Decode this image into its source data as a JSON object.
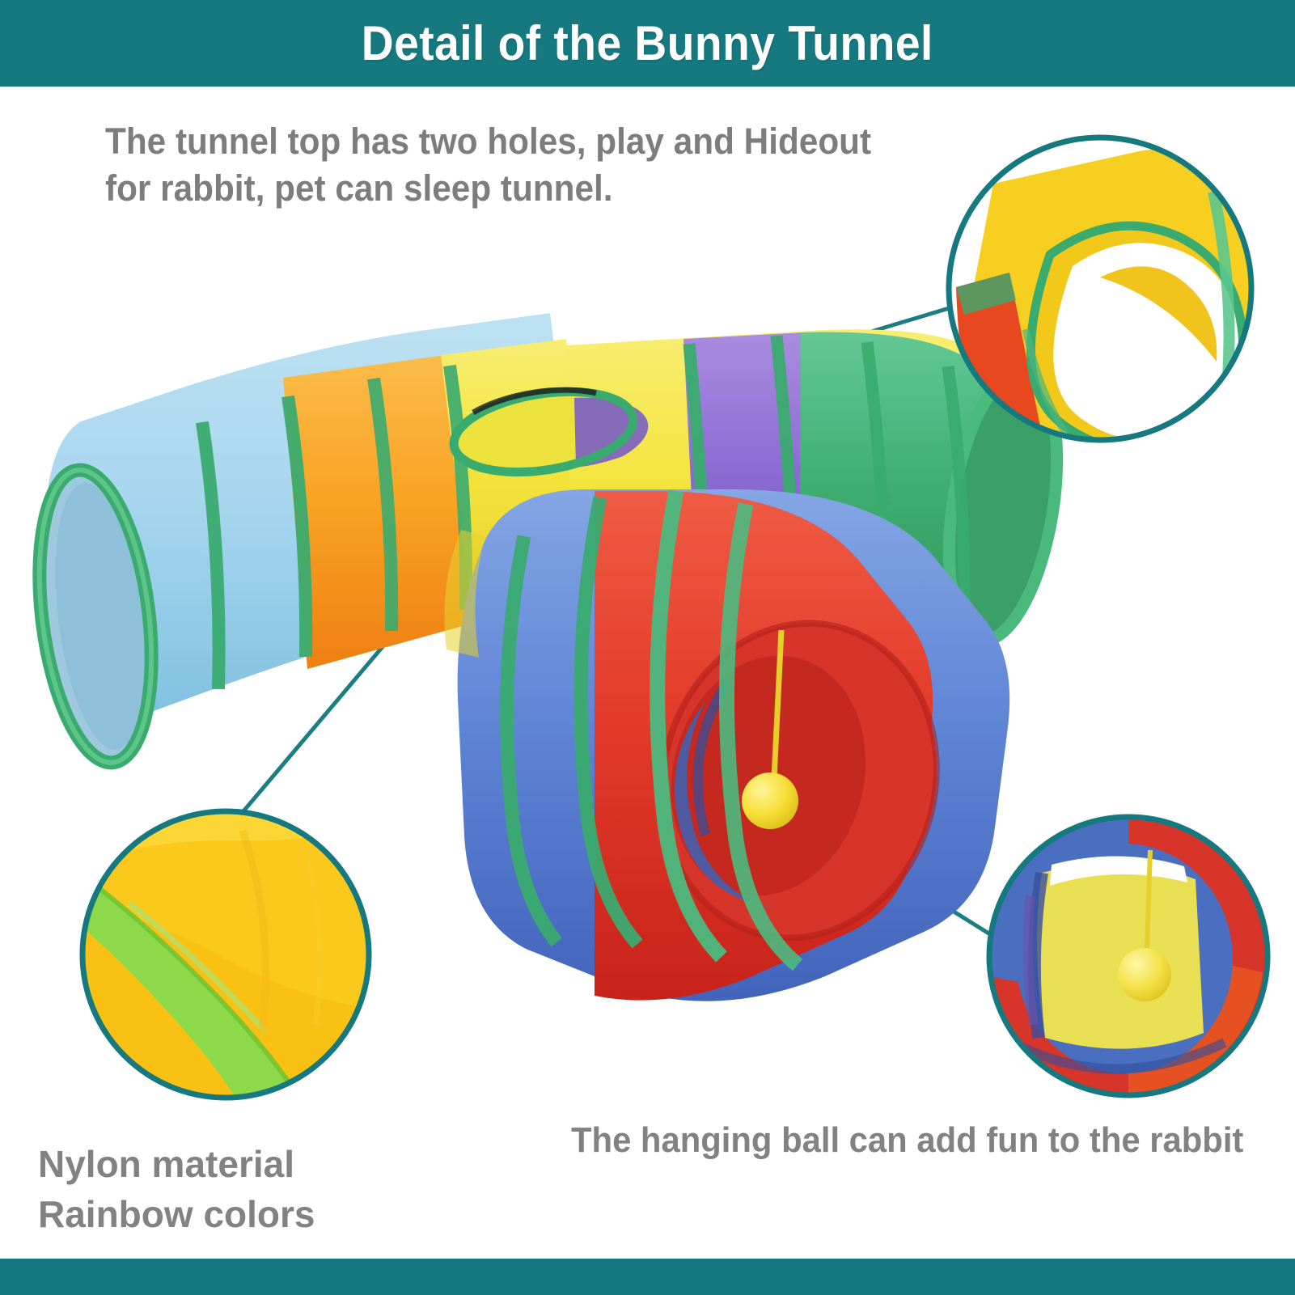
{
  "header": {
    "title": "Detail of the Bunny Tunnel",
    "background_color": "#16797f",
    "text_color": "#ffffff"
  },
  "footer": {
    "background_color": "#16797f"
  },
  "intro": {
    "text": "The tunnel top has two holes, play and Hideout for rabbit, pet can sleep tunnel.",
    "text_color": "#7d7d7d"
  },
  "captions": {
    "bottom_left": "Nylon material\nRainbow colors",
    "bottom_left_line1": "Nylon material",
    "bottom_left_line2": "Rainbow colors",
    "bottom_right": "The hanging ball can add fun to the rabbit",
    "text_color": "#828282"
  },
  "product": {
    "name": "bunny-tunnel",
    "shape": "three-way T tunnel",
    "material": "nylon",
    "colors": [
      "#9cd2ea",
      "#f59a1c",
      "#f3e03a",
      "#8e6fd0",
      "#3aab6f",
      "#5b7fd4",
      "#e0342b"
    ],
    "seam_color": "#3aab6f",
    "ball_color": "#f7df38",
    "arms": [
      {
        "name": "left-arm",
        "segments": [
          "light-blue",
          "orange",
          "yellow"
        ]
      },
      {
        "name": "right-arm",
        "segments": [
          "yellow",
          "purple",
          "green"
        ]
      },
      {
        "name": "front-arm",
        "segments": [
          "blue",
          "red"
        ]
      }
    ],
    "top_hole": {
      "name": "top-hole",
      "shape": "oval"
    },
    "hanging_ball": {
      "name": "hanging-ball",
      "color": "#f7df38"
    }
  },
  "callouts": {
    "border_color": "#16797f",
    "line_color": "#1b7e84",
    "items": [
      {
        "name": "callout-top-right",
        "subject": "tunnel hole closeup",
        "position": "top-right",
        "colors": [
          "#f7cf20",
          "#e8481f",
          "#3aab6f"
        ]
      },
      {
        "name": "callout-bottom-left",
        "subject": "nylon fabric seam closeup",
        "position": "bottom-left",
        "colors": [
          "#fbc91c",
          "#8cd94a"
        ]
      },
      {
        "name": "callout-bottom-right",
        "subject": "hanging ball inside tunnel closeup",
        "position": "bottom-right",
        "colors": [
          "#e8df52",
          "#4b6fc0",
          "#d8352a",
          "#f7df38"
        ]
      }
    ]
  }
}
